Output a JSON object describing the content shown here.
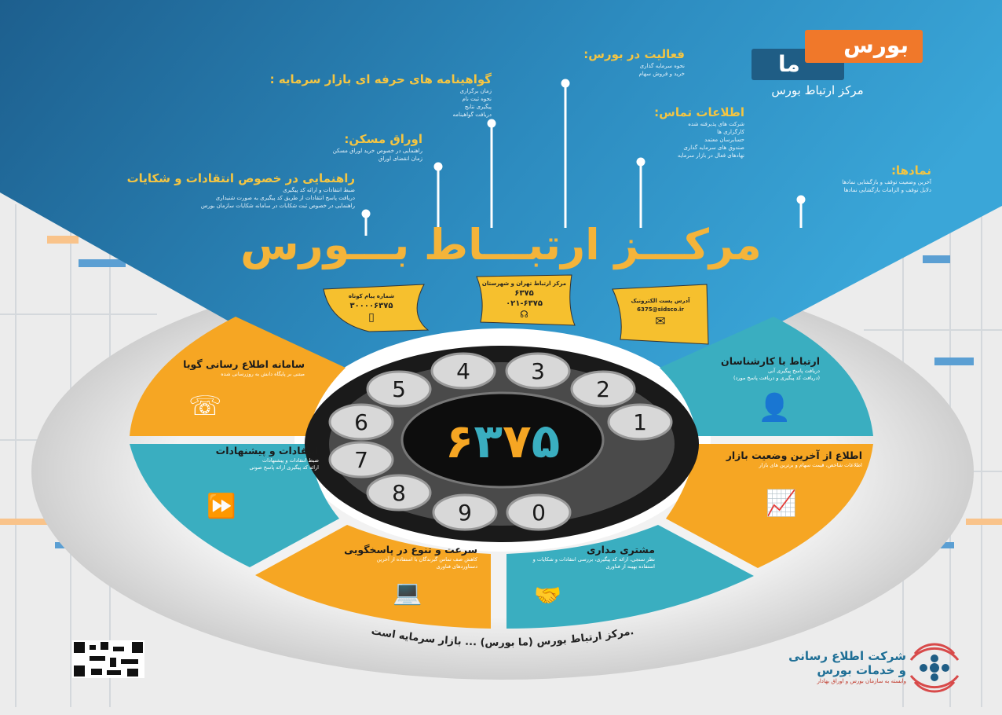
{
  "colors": {
    "blue_dark": "#1d5f8e",
    "blue_light": "#3a9fd2",
    "orange": "#f6a623",
    "teal": "#3aaec0",
    "logo_orange": "#f0782a",
    "logo_blue": "#1f5d85",
    "title_yellow": "#f4c542"
  },
  "logo": {
    "top_word": "بورس",
    "bottom_word": "ما",
    "caption": "مرکز ارتباط بورس"
  },
  "timeline": [
    {
      "heading": "گواهینامه های حرفه ای بازار سرمایه :",
      "lines": [
        "زمان برگزاری",
        "نحوه ثبت نام",
        "پیگیری نتایج",
        "دریافت گواهینامه"
      ]
    },
    {
      "heading": "اوراق مسکن:",
      "lines": [
        "راهنمایی در خصوص خرید اوراق مسکن",
        "زمان انقضای اوراق"
      ]
    },
    {
      "heading": "راهنمایی در خصوص انتقادات و شکایات",
      "lines": [
        "ضبط انتقادات و ارائه کد پیگیری",
        "دریافت پاسخ انتقادات از طریق کد پیگیری به صورت شنیداری",
        "راهنمایی در خصوص ثبت شکایات در سامانه شکایات سازمان بورس"
      ]
    },
    {
      "heading": "فعالیت در بورس:",
      "lines": [
        "نحوه سرمایه گذاری",
        "خرید و فروش سهام"
      ]
    },
    {
      "heading": "اطلاعات تماس:",
      "lines": [
        "شرکت های پذیرفته شده",
        "کارگزاری ها",
        "حسابرسان معتمد",
        "صندوق های سرمایه گذاری",
        "نهادهای فعال در بازار سرمایه"
      ]
    },
    {
      "heading": "نمادها:",
      "lines": [
        "آخرین وضعیت توقف و بازگشایی نمادها",
        "دلایل توقف و الزامات بازگشایی نمادها"
      ]
    }
  ],
  "main_title": "مرکـــز ارتبـــاط بـــورس",
  "notes": [
    {
      "label": "شماره پیام کوتاه",
      "value": "۳۰۰۰۰۶۳۷۵",
      "icon": "mobile-icon"
    },
    {
      "label": "مرکز ارتباط تهران و شهرستان",
      "value": "۶۳۷۵",
      "value2": "۰۲۱-۶۳۷۵",
      "icon": "headset-icon"
    },
    {
      "label": "آدرس پست الکترونیک",
      "value": "6375@sidsco.ir",
      "icon": "envelope-icon"
    }
  ],
  "dial": {
    "center_digits": [
      "۶",
      "۳",
      "۷",
      "۵"
    ],
    "holes": [
      "1",
      "2",
      "3",
      "4",
      "5",
      "6",
      "7",
      "8",
      "9",
      "0"
    ]
  },
  "segments": [
    {
      "title": "سامانه اطلاع رسانی گویا",
      "lines": [
        "مبتنی بر پایگاه دانش به روزرسانی شده"
      ],
      "icon": "phone-chat-icon",
      "color": "orange"
    },
    {
      "title": "انتقادات و پیشنهادات",
      "lines": [
        "ضبط انتقادات و پیشنهادات",
        "ارائه کد پیگیری ارائه پاسخ صوتی"
      ],
      "icon": "voice-message-icon",
      "color": "teal"
    },
    {
      "title": "سرعت و تنوع در پاسخگویی",
      "lines": [
        "کاهش صف تماس گیرندگان با استفاده از آخرین",
        "دستاوردهای فناوری"
      ],
      "icon": "operator-laptop-icon",
      "color": "orange"
    },
    {
      "title": "مشتری مداری",
      "lines": [
        "نظر سنجی، ارائه کد پیگیری، بررسی انتقادات و شکایات و",
        "استفاده بهینه از فناوری"
      ],
      "icon": "handshake-icon",
      "color": "teal"
    },
    {
      "title": "ارتباط با کارشناسان",
      "lines": [
        "دریافت پاسخ پیگیری آنی",
        "(دریافت کد پیگیری و دریافت پاسخ مورد)"
      ],
      "icon": "support-agent-icon",
      "color": "teal"
    },
    {
      "title": "اطلاع از آخرین وضعیت بازار",
      "lines": [
        "اطلاعات شاخص، قیمت سهام و برترین های بازار"
      ],
      "icon": "chart-up-icon",
      "color": "orange"
    }
  ],
  "ring_text": "مرکز ارتباط بورس (ما بورس) ... بازار سرمایه است.",
  "footer": {
    "company_line1": "شرکت اطلاع رسانی",
    "company_line2": "و خدمات بورس",
    "company_sub": "وابسته به سازمان بورس و اوراق بهادار",
    "qr": "qr-code"
  }
}
